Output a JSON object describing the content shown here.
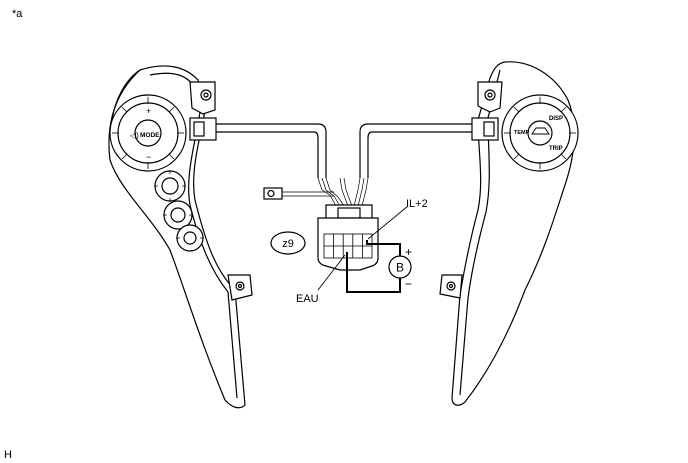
{
  "figure": {
    "corner_label": "*a",
    "figure_code": "H"
  },
  "connector": {
    "name": "z9",
    "terminal_top": "IL+2",
    "terminal_bottom": "EAU"
  },
  "meter": {
    "symbol": "B",
    "plus": "+",
    "minus": "−"
  },
  "left_switch": {
    "mode_label": "MODE"
  },
  "right_switch": {
    "disp_label": "DISP",
    "temp_label": "TEMP",
    "trip_label": "TRIP"
  }
}
